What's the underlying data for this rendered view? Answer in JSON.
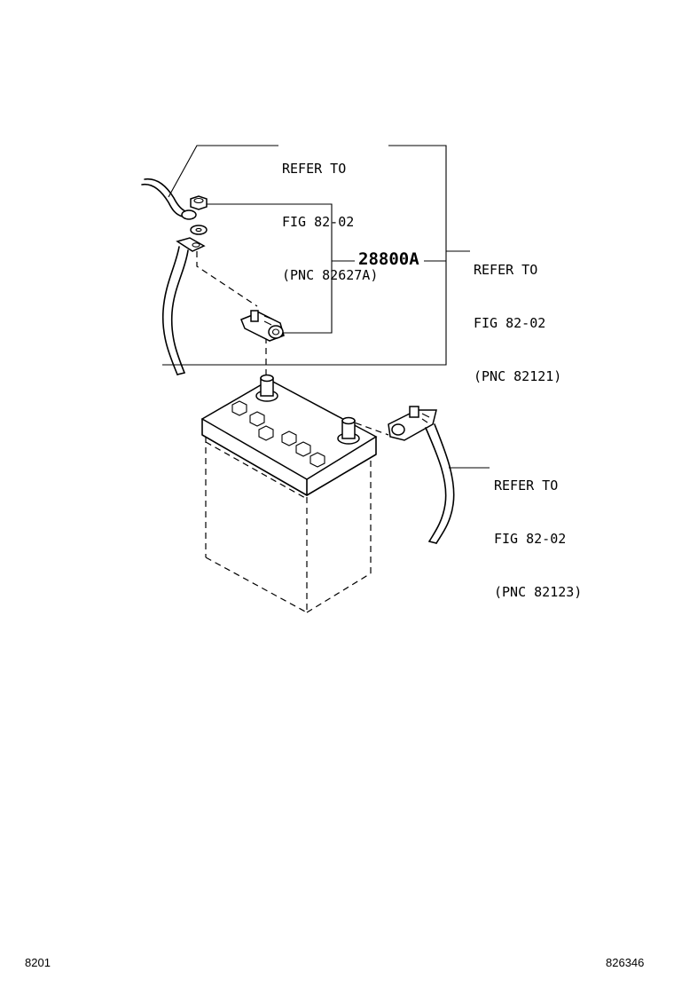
{
  "callouts": {
    "harness_ref": {
      "line1": "REFER TO",
      "line2": "FIG 82-02",
      "line3": "(PNC 82627A)"
    },
    "positive_ref": {
      "line1": "REFER TO",
      "line2": "FIG 82-02",
      "line3": "(PNC 82121)"
    },
    "negative_ref": {
      "line1": "REFER TO",
      "line2": "FIG 82-02",
      "line3": "(PNC 82123)"
    }
  },
  "part_number": "28800A",
  "footer": {
    "left": "8201",
    "right": "826346"
  },
  "icons": [
    "battery-icon",
    "positive-terminal-clamp-icon",
    "negative-terminal-clamp-icon",
    "cable-icon",
    "nut-icon",
    "washer-icon"
  ]
}
